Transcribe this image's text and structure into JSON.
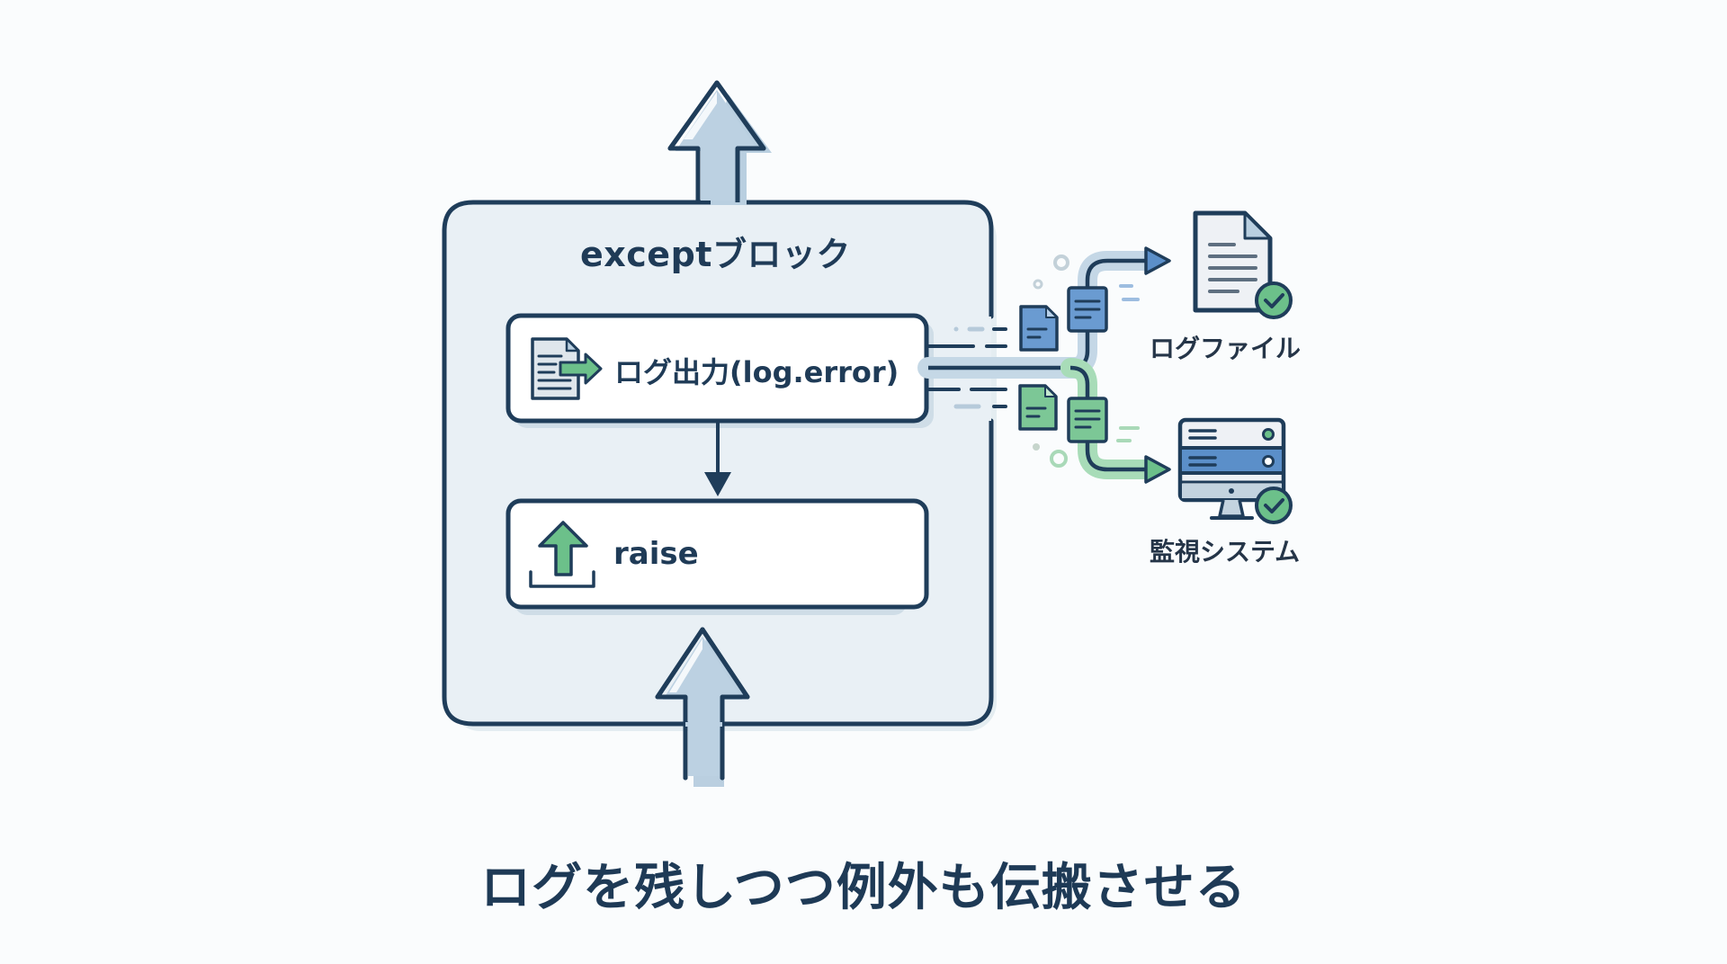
{
  "diagram": {
    "container_title": "exceptブロック",
    "steps": [
      {
        "label": "ログ出力(log.error)",
        "icon": "log-output-icon"
      },
      {
        "label": "raise",
        "icon": "upload-raise-icon"
      }
    ],
    "destinations": [
      {
        "label": "ログファイル",
        "icon": "log-file-icon",
        "status_icon": "check-circle-icon",
        "accent": "#5b8fc9"
      },
      {
        "label": "監視システム",
        "icon": "monitor-server-icon",
        "status_icon": "check-circle-icon",
        "accent": "#6cc08a"
      }
    ],
    "flow": {
      "incoming": "exception-in-arrow",
      "outgoing": "exception-propagate-arrow"
    },
    "caption": "ログを残しつつ例外も伝搬させる"
  },
  "colors": {
    "stroke": "#1f3d5a",
    "container_fill": "#e8eff4",
    "arrow_fill": "#b9cfe0",
    "blue_accent": "#5b8fc9",
    "green_accent": "#6cc08a",
    "background": "#fafcfd"
  }
}
